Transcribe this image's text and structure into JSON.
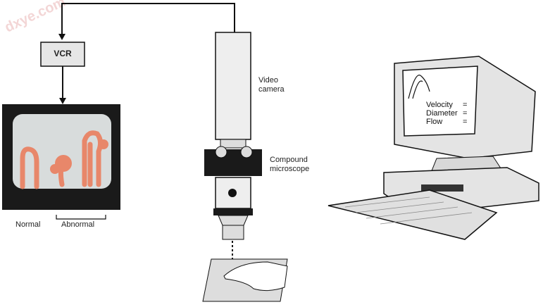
{
  "watermark": "dxye.com",
  "vcr_label": "VCR",
  "labels": {
    "video_camera_line1": "Video",
    "video_camera_line2": "camera",
    "microscope_line1": "Compound",
    "microscope_line2": "microscope",
    "normal": "Normal",
    "abnormal": "Abnormal"
  },
  "computer_screen": [
    {
      "name": "Velocity",
      "eq": "="
    },
    {
      "name": "Diameter",
      "eq": "="
    },
    {
      "name": "Flow",
      "eq": "="
    }
  ],
  "colors": {
    "vessel": "#e8876a",
    "screen_bg": "#d8dcdc",
    "monitor_frame": "#1a1a1a",
    "computer": "#e4e4e4"
  }
}
